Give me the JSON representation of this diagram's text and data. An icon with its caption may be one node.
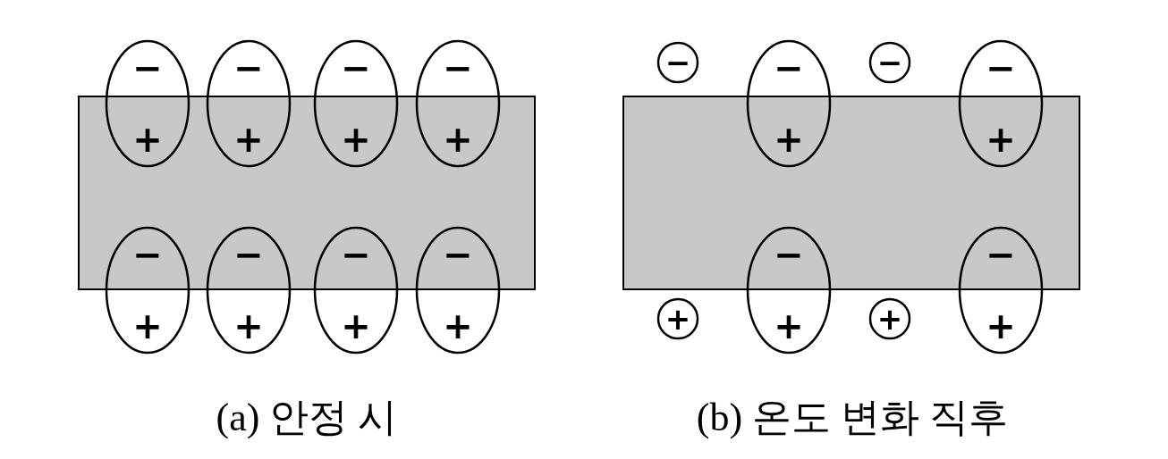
{
  "diagram": {
    "nodes": [
      {
        "text": [],
        "shape": "box"
      },
      {
        "text": [
          "−",
          "+"
        ]
      },
      {
        "text": [
          "−",
          "+"
        ]
      },
      {
        "text": [
          "−",
          "+"
        ]
      },
      {
        "text": [
          "−",
          "+"
        ]
      },
      {
        "text": [
          "−",
          "+"
        ]
      },
      {
        "text": [
          "−",
          "+"
        ]
      },
      {
        "text": [
          "−",
          "+"
        ]
      },
      {
        "text": [
          "−",
          "+"
        ]
      },
      {
        "text": [],
        "shape": "box"
      },
      {
        "text": [
          "−"
        ]
      },
      {
        "text": [
          "−",
          "+"
        ]
      },
      {
        "text": [
          "−"
        ]
      },
      {
        "text": [
          "−",
          "+"
        ]
      },
      {
        "text": [
          "+"
        ]
      },
      {
        "text": [
          "−",
          "+"
        ]
      },
      {
        "text": [
          "+"
        ]
      },
      {
        "text": [
          "−",
          "+"
        ]
      }
    ],
    "edges": [],
    "labels": [
      "(a) 안정 시",
      "(b) 온도 변화 직후"
    ]
  }
}
